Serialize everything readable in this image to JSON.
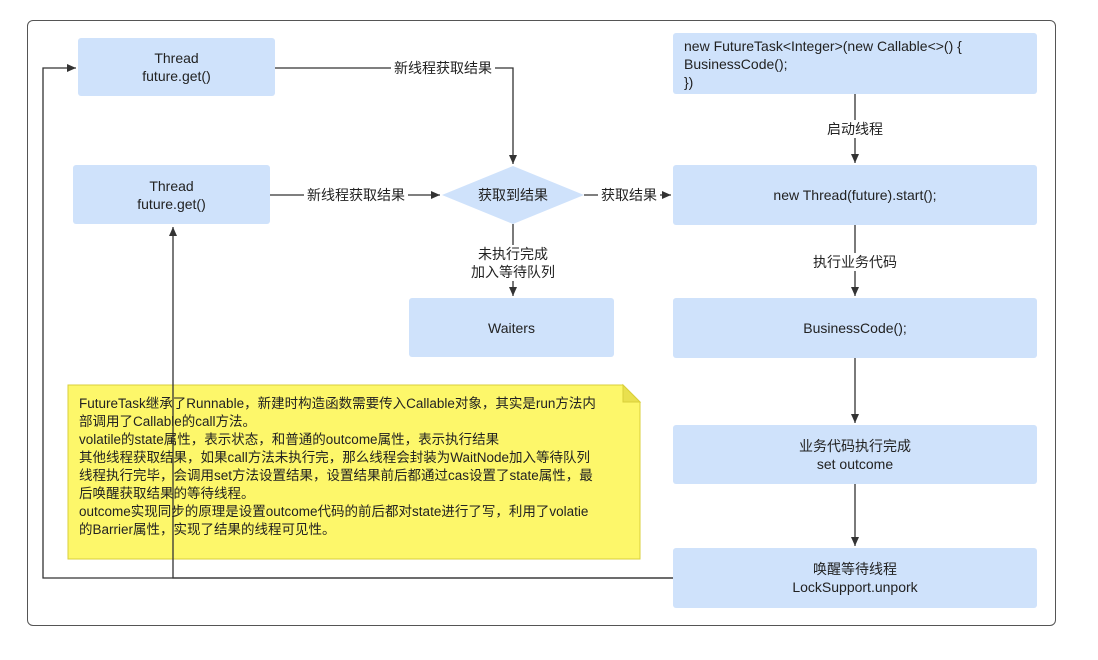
{
  "nodes": {
    "thread_top": "Thread\nfuture.get()",
    "thread_mid": "Thread\nfuture.get()",
    "decision": "获取到结果",
    "waiters": "Waiters",
    "futuretask": "new FutureTask<Integer>(new Callable<>() {\n    BusinessCode();\n})",
    "thread_start": "new Thread(future).start();",
    "business_code": "BusinessCode();",
    "set_outcome": "业务代码执行完成\nset outcome",
    "unpark": "唤醒等待线程\nLockSupport.unpork"
  },
  "edge_labels": {
    "top_to_decision": "新线程获取结果",
    "mid_to_decision": "新线程获取结果",
    "decision_to_waiters": "未执行完成\n加入等待队列",
    "start_to_decision": "获取结果",
    "futuretask_to_start": "启动线程",
    "start_to_business": "执行业务代码"
  },
  "note": {
    "lines": [
      "FutureTask继承了Runnable，新建时构造函数需要传入Callable对象，其实是run方法内",
      "部调用了Callable的call方法。",
      "volatile的state属性，表示状态，和普通的outcome属性，表示执行结果",
      "其他线程获取结果，如果call方法未执行完，那么线程会封装为WaitNode加入等待队列",
      "线程执行完毕，会调用set方法设置结果，设置结果前后都通过cas设置了state属性，最",
      "后唤醒获取结果的等待线程。",
      "outcome实现同步的原理是设置outcome代码的前后都对state进行了写，利用了volatie",
      "的Barrier属性，实现了结果的线程可见性。"
    ]
  },
  "colors": {
    "node_fill": "#cfe2fb",
    "note_fill": "#fdf76a",
    "note_border": "#d9cf3b",
    "line": "#333333",
    "frame": "#555555"
  }
}
